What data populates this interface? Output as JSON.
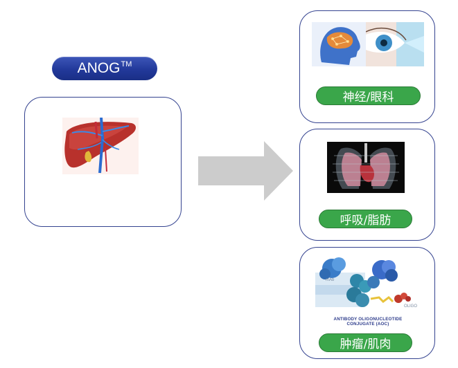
{
  "product": {
    "name": "ANOG",
    "trademark": "TM"
  },
  "source": {
    "image": "liver-icon"
  },
  "arrow_icon": "right-arrow-icon",
  "targets": [
    {
      "label": "神经/眼科",
      "images": [
        "brain-icon",
        "eye-icon"
      ]
    },
    {
      "label": "呼吸/脂肪",
      "images": [
        "lungs-icon"
      ]
    },
    {
      "label": "肿瘤/肌肉",
      "images": [
        "antibody-conjugate-icon"
      ]
    }
  ],
  "aoc_figure": {
    "mab_label": "mAb",
    "oligo_label": "OLIGO",
    "caption_line1": "ANTIBODY OLIGONUCLEOTIDE",
    "caption_line2": "CONJUGATE (AOC)"
  },
  "colors": {
    "card_border": "#33428f",
    "product_pill": "#22399a",
    "target_pill": "#3aa64a",
    "arrow": "#cccccc"
  }
}
